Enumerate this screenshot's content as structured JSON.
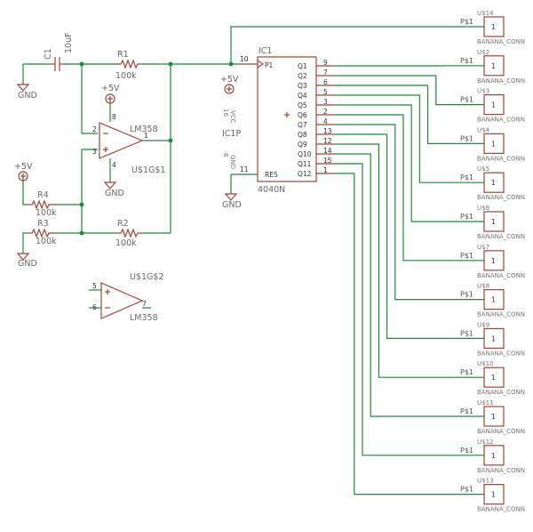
{
  "capacitor": {
    "ref": "C1",
    "value": "10uF"
  },
  "resistors": [
    {
      "ref": "R1",
      "value": "100k"
    },
    {
      "ref": "R2",
      "value": "100k"
    },
    {
      "ref": "R3",
      "value": "100k"
    },
    {
      "ref": "R4",
      "value": "100k"
    }
  ],
  "opamp1": {
    "part": "LM358",
    "name": "U$1G$1",
    "pins": {
      "inv": "2",
      "noninv": "3",
      "out": "1",
      "vcc": "8",
      "gnd": "4"
    }
  },
  "opamp2": {
    "part": "LM358",
    "name": "U$1G$2",
    "pins": {
      "inv": "5",
      "noninv": "6",
      "out": "7"
    }
  },
  "power": {
    "vcc": "+5V",
    "gnd": "GND"
  },
  "power_pin": {
    "name": "IC1P",
    "vcc_pin": "16",
    "gnd_pin": "8",
    "vcc_label": "VCC",
    "gnd_label": "GND"
  },
  "ic": {
    "ref": "IC1",
    "part": "4040N",
    "clk_pin": "10",
    "clk_label": "P1",
    "res_pin": "11",
    "res_label": "RES",
    "outputs": [
      {
        "name": "Q1",
        "pin": "9"
      },
      {
        "name": "Q2",
        "pin": "7"
      },
      {
        "name": "Q3",
        "pin": "6"
      },
      {
        "name": "Q4",
        "pin": "5"
      },
      {
        "name": "Q5",
        "pin": "3"
      },
      {
        "name": "Q6",
        "pin": "2"
      },
      {
        "name": "Q7",
        "pin": "4"
      },
      {
        "name": "Q8",
        "pin": "13"
      },
      {
        "name": "Q9",
        "pin": "12"
      },
      {
        "name": "Q10",
        "pin": "14"
      },
      {
        "name": "Q11",
        "pin": "15"
      },
      {
        "name": "Q12",
        "pin": "1"
      }
    ]
  },
  "connectors": [
    {
      "ref": "U$14",
      "pin_label": "P$1",
      "pin_num": "1",
      "part": "BANANA_CONN"
    },
    {
      "ref": "U$2",
      "pin_label": "P$1",
      "pin_num": "1",
      "part": "BANANA_CONN"
    },
    {
      "ref": "U$3",
      "pin_label": "P$1",
      "pin_num": "1",
      "part": "BANANA_CONN"
    },
    {
      "ref": "U$4",
      "pin_label": "P$1",
      "pin_num": "1",
      "part": "BANANA_CONN"
    },
    {
      "ref": "U$5",
      "pin_label": "P$1",
      "pin_num": "1",
      "part": "BANANA_CONN"
    },
    {
      "ref": "U$6",
      "pin_label": "P$1",
      "pin_num": "1",
      "part": "BANANA_CONN"
    },
    {
      "ref": "U$7",
      "pin_label": "P$1",
      "pin_num": "1",
      "part": "BANANA_CONN"
    },
    {
      "ref": "U$8",
      "pin_label": "P$1",
      "pin_num": "1",
      "part": "BANANA_CONN"
    },
    {
      "ref": "U$9",
      "pin_label": "P$1",
      "pin_num": "1",
      "part": "BANANA_CONN"
    },
    {
      "ref": "U$10",
      "pin_label": "P$1",
      "pin_num": "1",
      "part": "BANANA_CONN"
    },
    {
      "ref": "U$11",
      "pin_label": "P$1",
      "pin_num": "1",
      "part": "BANANA_CONN"
    },
    {
      "ref": "U$12",
      "pin_label": "P$1",
      "pin_num": "1",
      "part": "BANANA_CONN"
    },
    {
      "ref": "U$13",
      "pin_label": "P$1",
      "pin_num": "1",
      "part": "BANANA_CONN"
    }
  ],
  "colors": {
    "wire": "#1f8a3a",
    "symbol": "#a0453a",
    "text": "#6a6a6a"
  }
}
